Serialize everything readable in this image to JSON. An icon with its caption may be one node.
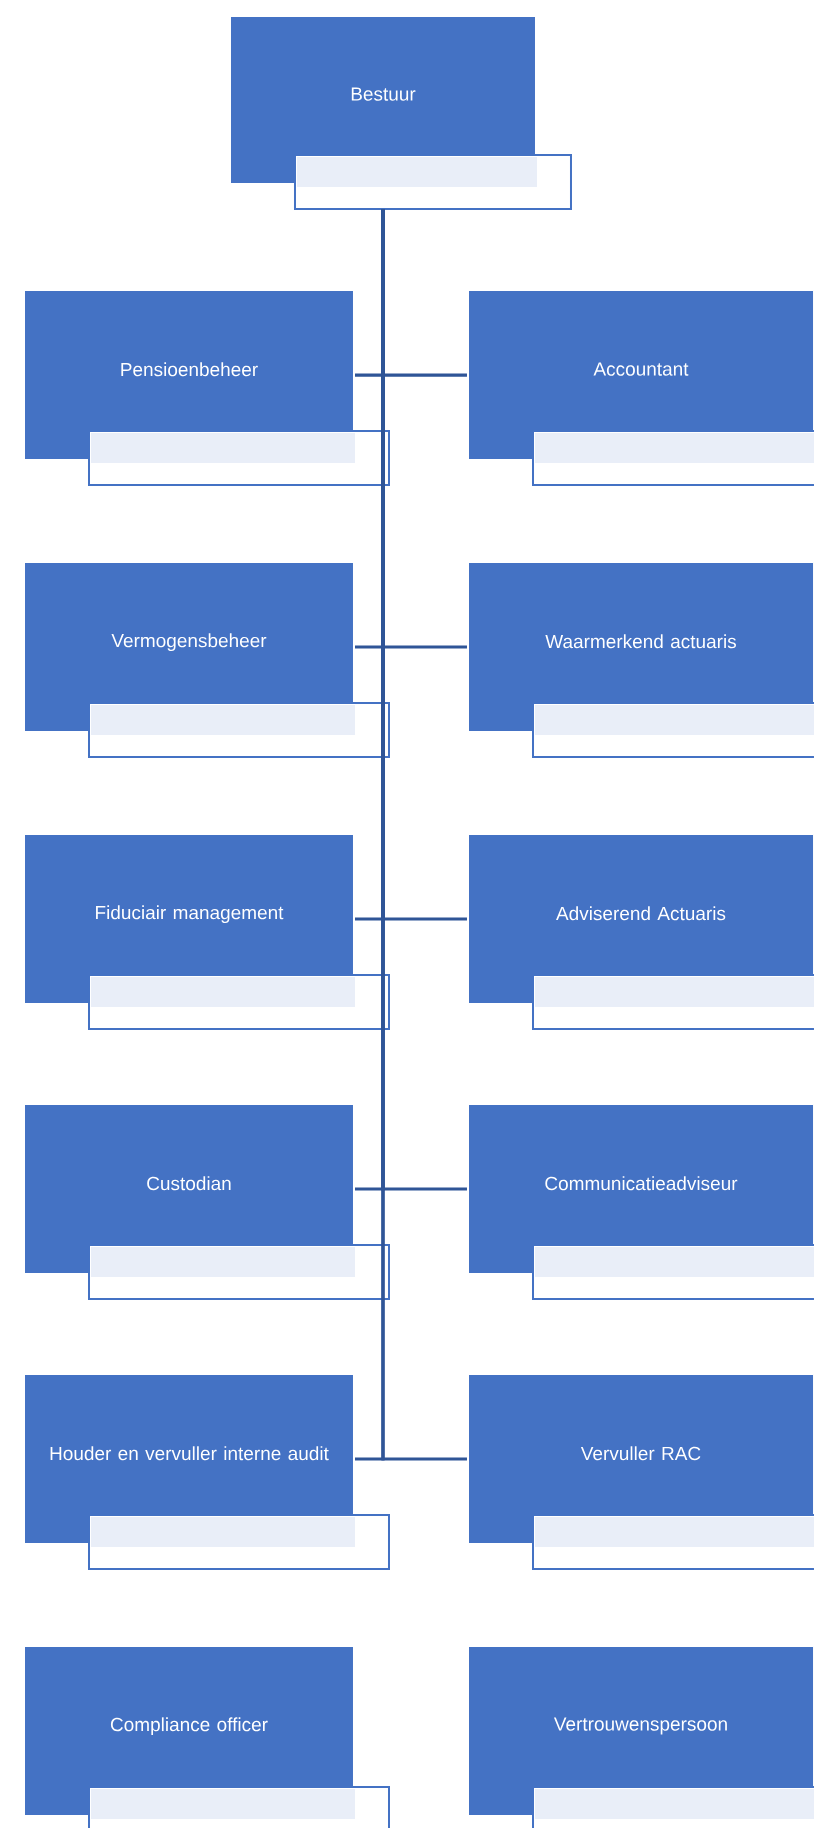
{
  "diagram": {
    "nodes": [
      {
        "text": [
          "Bestuur"
        ]
      },
      {
        "text": [
          "Pensioenbeheer"
        ]
      },
      {
        "text": [
          "Accountant"
        ]
      },
      {
        "text": [
          "Vermogensbeheer"
        ]
      },
      {
        "text": [
          "Waarmerkend actuaris"
        ]
      },
      {
        "text": [
          "Fiduciair management"
        ]
      },
      {
        "text": [
          "Adviserend Actuaris"
        ]
      },
      {
        "text": [
          "Custodian"
        ]
      },
      {
        "text": [
          "Communicatieadviseur"
        ]
      },
      {
        "text": [
          "Houder en vervuller interne audit"
        ]
      },
      {
        "text": [
          "Vervuller RAC"
        ]
      },
      {
        "text": [
          "Compliance officer"
        ]
      },
      {
        "text": [
          "Vertrouwenspersoon"
        ]
      }
    ],
    "edges": [
      {
        "from": 0,
        "to": 1,
        "arrow": "none"
      },
      {
        "from": 0,
        "to": 2,
        "arrow": "none"
      },
      {
        "from": 0,
        "to": 3,
        "arrow": "none"
      },
      {
        "from": 0,
        "to": 4,
        "arrow": "none"
      },
      {
        "from": 0,
        "to": 5,
        "arrow": "none"
      },
      {
        "from": 0,
        "to": 6,
        "arrow": "none"
      },
      {
        "from": 0,
        "to": 7,
        "arrow": "none"
      },
      {
        "from": 0,
        "to": 8,
        "arrow": "none"
      },
      {
        "from": 0,
        "to": 9,
        "arrow": "none"
      },
      {
        "from": 0,
        "to": 10,
        "arrow": "none"
      }
    ]
  }
}
